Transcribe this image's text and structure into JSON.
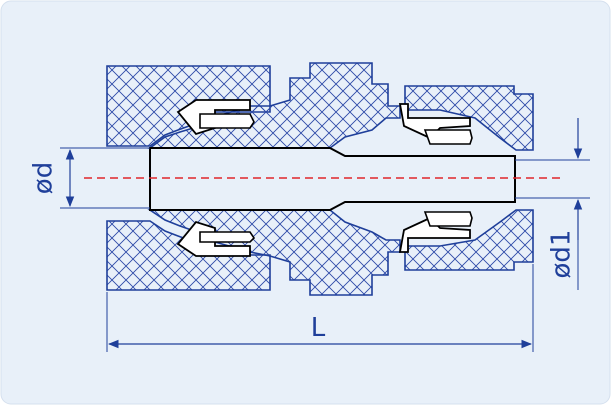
{
  "drawing": {
    "background_color": "#e8f0f9",
    "outline_color": "#1f3f9a",
    "hatch_color": "#2d4aa8",
    "centerline_color": "#e0262b"
  },
  "dimensions": {
    "inner_diameter_label": "ød",
    "outlet_diameter_label": "ød1",
    "length_label": "L"
  }
}
